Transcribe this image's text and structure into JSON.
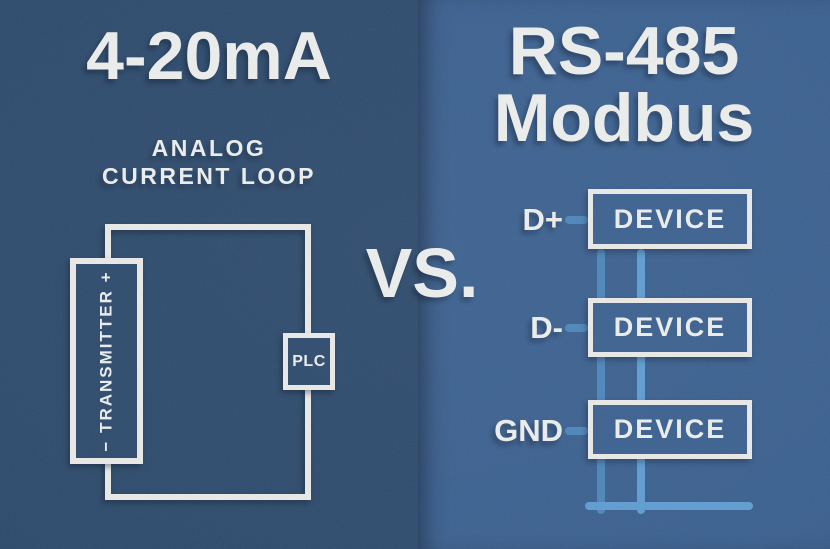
{
  "left_panel": {
    "title": "4-20mA",
    "subtitle_line1": "ANALOG",
    "subtitle_line2": "CURRENT LOOP",
    "transmitter_label": "− TRANSMITTER +",
    "plc_label": "PLC"
  },
  "divider": {
    "vs_label": "VS."
  },
  "right_panel": {
    "title_line1": "RS-485",
    "title_line2": "Modbus",
    "rows": [
      {
        "signal": "D+",
        "device": "DEVICE"
      },
      {
        "signal": "D-",
        "device": "DEVICE"
      },
      {
        "signal": "GND",
        "device": "DEVICE"
      }
    ]
  },
  "colors": {
    "left_background": "#2e4b6d",
    "right_background": "#3c6190",
    "wire_stroke": "#e9e9e7",
    "bus_line_dark": "#4d86bb",
    "bus_line_light": "#5f9dd1",
    "text": "#eceeee"
  }
}
